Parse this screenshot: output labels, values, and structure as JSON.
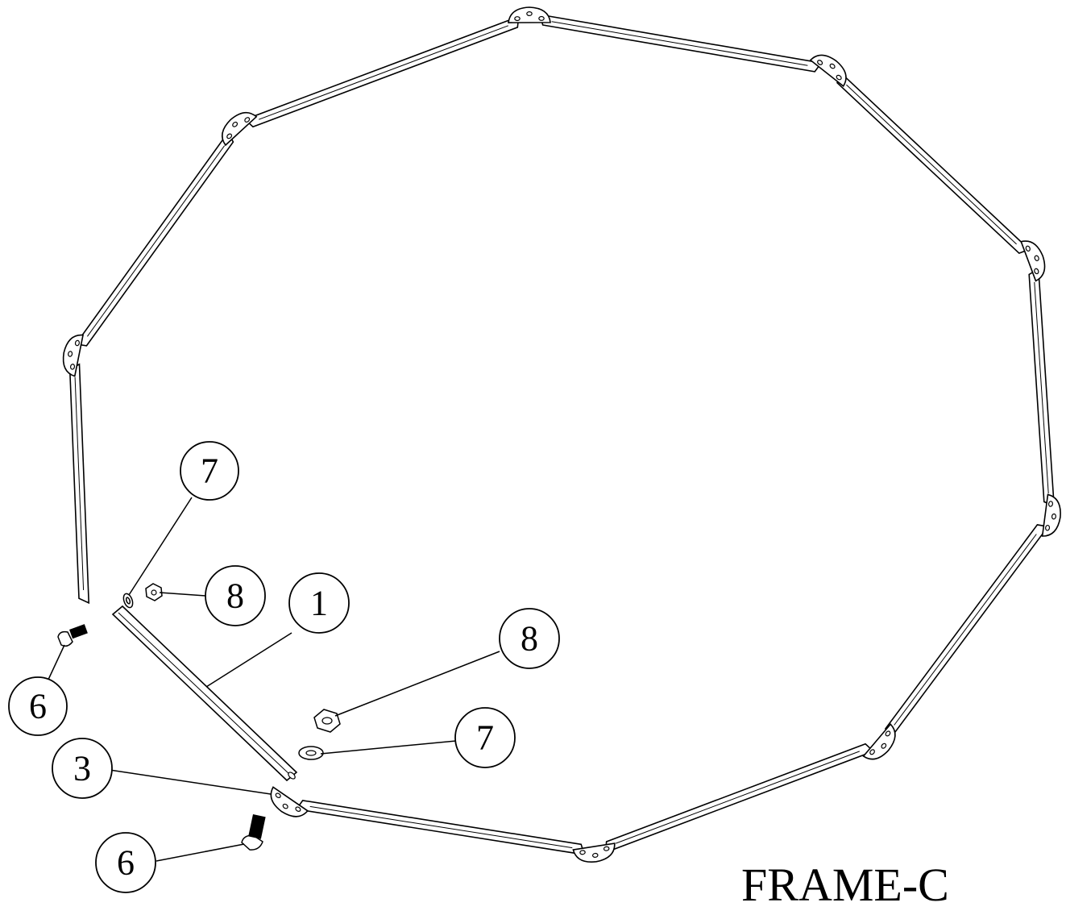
{
  "drawing": {
    "label": "FRAME-C"
  },
  "callouts": [
    {
      "id": "c7a",
      "number": "7"
    },
    {
      "id": "c8a",
      "number": "8"
    },
    {
      "id": "c1",
      "number": "1"
    },
    {
      "id": "c8b",
      "number": "8"
    },
    {
      "id": "c7b",
      "number": "7"
    },
    {
      "id": "c6a",
      "number": "6"
    },
    {
      "id": "c3",
      "number": "3"
    },
    {
      "id": "c6b",
      "number": "6"
    }
  ]
}
